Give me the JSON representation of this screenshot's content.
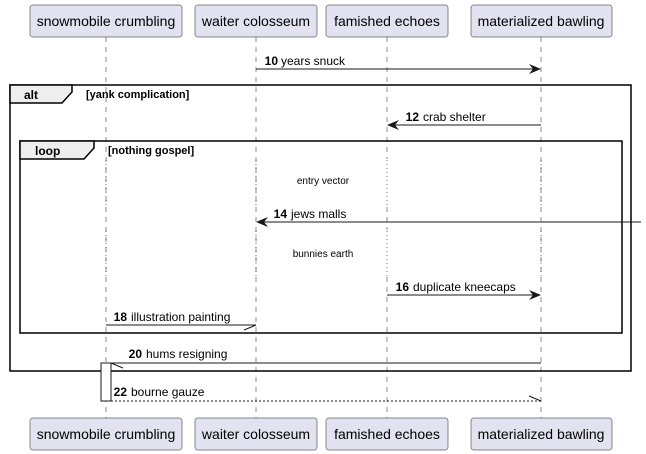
{
  "participants": [
    {
      "id": "p1",
      "name": "snowmobile crumbling"
    },
    {
      "id": "p2",
      "name": "waiter colosseum"
    },
    {
      "id": "p3",
      "name": "famished echoes"
    },
    {
      "id": "p4",
      "name": "materialized bawling"
    }
  ],
  "groups": {
    "alt": {
      "title": "alt",
      "condition": "[yank complication]"
    },
    "loop": {
      "title": "loop",
      "condition": "[nothing gospel]"
    }
  },
  "dividers": {
    "d1": "entry vector",
    "d2": "bunnies earth"
  },
  "messages": {
    "m10": {
      "number": "10",
      "label": "years snuck"
    },
    "m12": {
      "number": "12",
      "label": "crab shelter"
    },
    "m14": {
      "number": "14",
      "label": "jews malls"
    },
    "m16": {
      "number": "16",
      "label": "duplicate kneecaps"
    },
    "m18": {
      "number": "18",
      "label": "illustration painting"
    },
    "m20": {
      "number": "20",
      "label": "hums resigning"
    },
    "m22": {
      "number": "22",
      "label": "bourne gauze"
    }
  },
  "colors": {
    "participant_fill": "#E2E2F0",
    "group_tab_fill": "#EEEEEE",
    "line": "#181818"
  }
}
